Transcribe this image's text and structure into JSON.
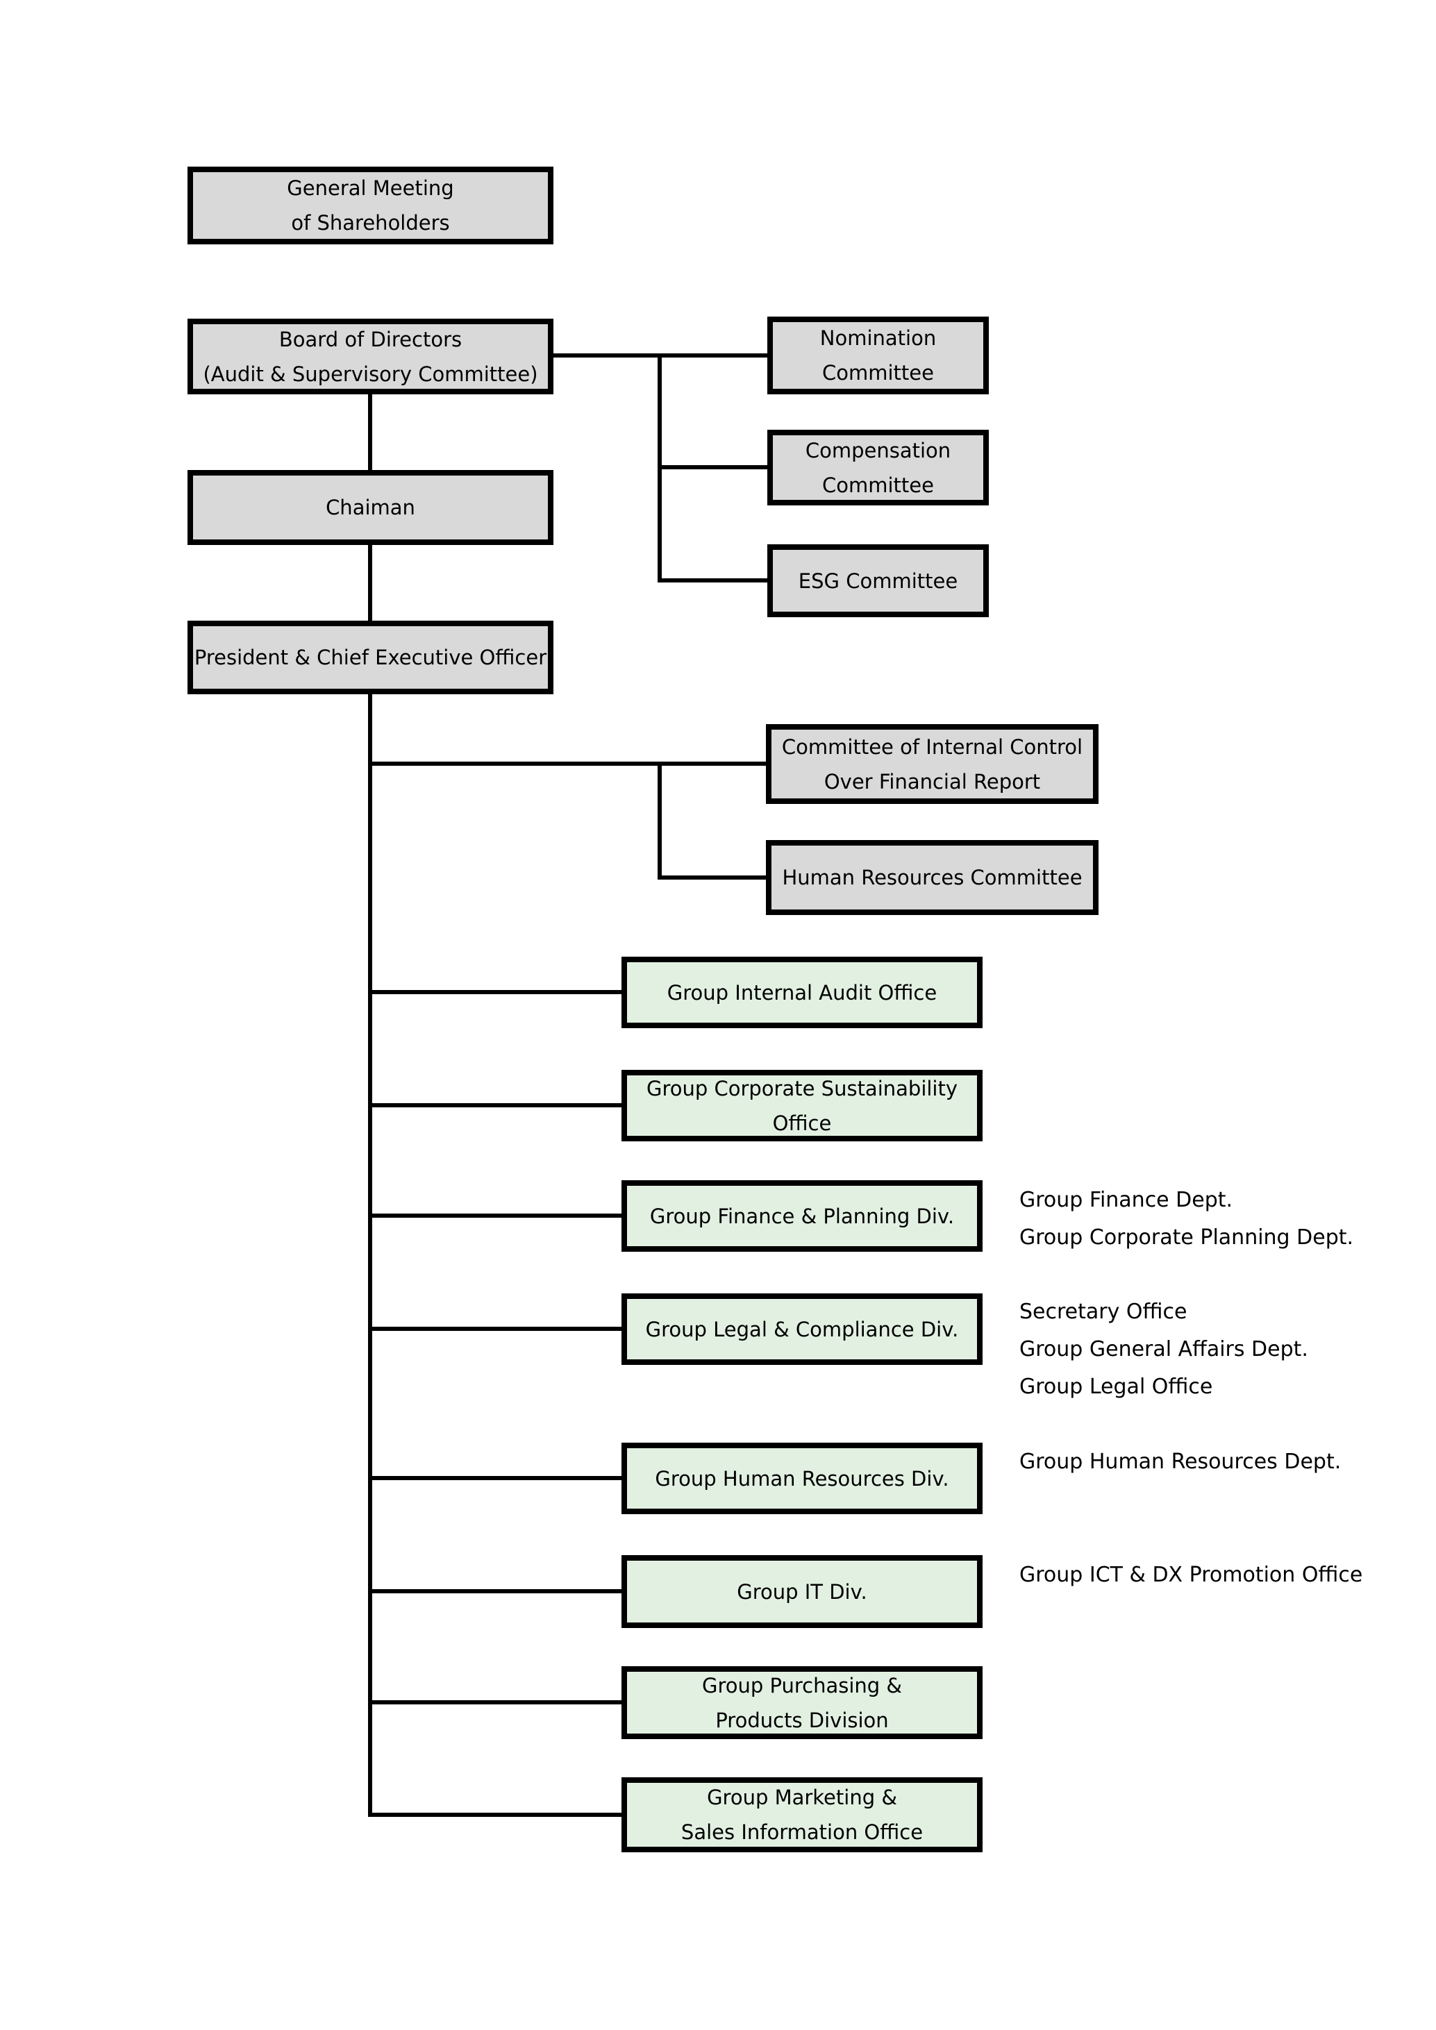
{
  "nodes": {
    "general_meeting": {
      "lines": [
        "General Meeting",
        "of Shareholders"
      ]
    },
    "board": {
      "lines": [
        "Board of Directors",
        "(Audit & Supervisory Committee)"
      ]
    },
    "chairman": {
      "lines": [
        "Chaiman"
      ]
    },
    "president": {
      "lines": [
        "President & Chief Executive Officer"
      ]
    },
    "nomination": {
      "lines": [
        "Nomination",
        "Committee"
      ]
    },
    "compensation": {
      "lines": [
        "Compensation",
        "Committee"
      ]
    },
    "esg": {
      "lines": [
        "ESG Committee"
      ]
    },
    "internal_control": {
      "lines": [
        "Committee of Internal Control",
        "Over Financial Report"
      ]
    },
    "hr_committee": {
      "lines": [
        "Human Resources Committee"
      ]
    },
    "internal_audit": {
      "lines": [
        "Group Internal Audit Office"
      ]
    },
    "sustainability": {
      "lines": [
        "Group Corporate Sustainability",
        "Office"
      ]
    },
    "finance": {
      "lines": [
        "Group Finance & Planning Div."
      ]
    },
    "legal": {
      "lines": [
        "Group Legal & Compliance Div."
      ]
    },
    "hr_div": {
      "lines": [
        "Group Human Resources Div."
      ]
    },
    "it_div": {
      "lines": [
        "Group IT Div."
      ]
    },
    "purchasing": {
      "lines": [
        "Group Purchasing &",
        "Products Division"
      ]
    },
    "marketing": {
      "lines": [
        "Group Marketing &",
        "Sales Information Office"
      ]
    }
  },
  "annotations": {
    "finance": {
      "lines": [
        "Group Finance Dept.",
        "Group Corporate Planning Dept."
      ]
    },
    "legal": {
      "lines": [
        "Secretary Office",
        "Group General Affairs Dept.",
        "Group Legal Office"
      ]
    },
    "hr": {
      "lines": [
        "Group Human Resources Dept."
      ]
    },
    "it": {
      "lines": [
        "Group ICT & DX Promotion Office"
      ]
    }
  },
  "colors": {
    "gray_fill": "#d9d9d9",
    "green_fill": "#e2f0e2",
    "border": "#000000",
    "line": "#000000",
    "background": "#ffffff"
  }
}
